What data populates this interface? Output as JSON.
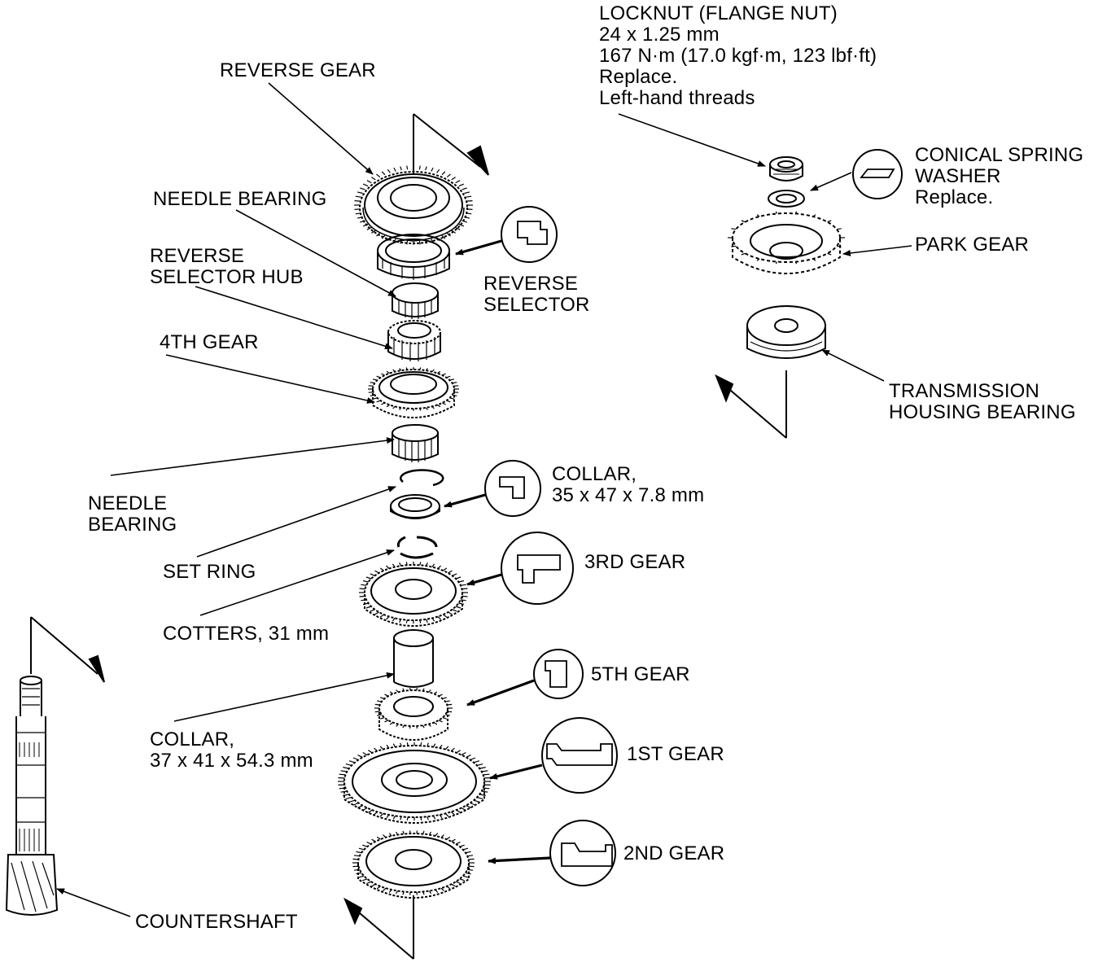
{
  "labels": {
    "locknut": [
      "LOCKNUT (FLANGE NUT)",
      "24 x 1.25 mm",
      "167 N·m (17.0 kgf·m, 123 lbf·ft)",
      "Replace.",
      "Left-hand threads"
    ],
    "reverse_gear": "REVERSE GEAR",
    "needle_bearing_top": "NEEDLE BEARING",
    "reverse_selector_hub": [
      "REVERSE",
      "SELECTOR HUB"
    ],
    "reverse_selector": [
      "REVERSE",
      "SELECTOR"
    ],
    "fourth_gear": "4TH GEAR",
    "conical_spring_washer": [
      "CONICAL SPRING",
      "WASHER",
      "Replace."
    ],
    "park_gear": "PARK GEAR",
    "transmission_housing_bearing": [
      "TRANSMISSION",
      "HOUSING BEARING"
    ],
    "collar_35": [
      "COLLAR,",
      "35 x 47 x 7.8 mm"
    ],
    "needle_bearing_bottom": [
      "NEEDLE",
      "BEARING"
    ],
    "set_ring": "SET RING",
    "third_gear": "3RD GEAR",
    "cotters": "COTTERS, 31 mm",
    "fifth_gear": "5TH GEAR",
    "collar_37": [
      "COLLAR,",
      "37 x 41 x 54.3 mm"
    ],
    "first_gear": "1ST GEAR",
    "second_gear": "2ND GEAR",
    "countershaft": "COUNTERSHAFT"
  }
}
